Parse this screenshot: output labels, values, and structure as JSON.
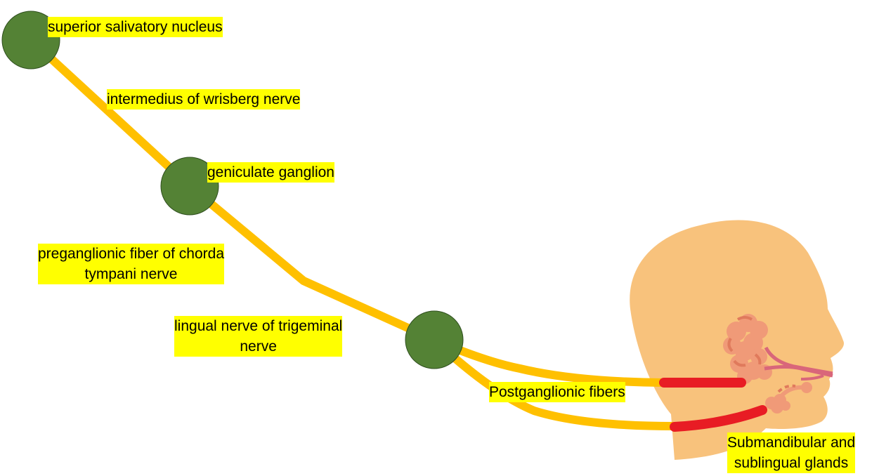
{
  "labels": {
    "superior_salivatory_nucleus": "superior salivatory nucleus",
    "intermedius_nerve": "intermedius of wrisberg nerve",
    "geniculate_ganglion": "geniculate ganglion",
    "preganglionic_line1": "preganglionic fiber of chorda",
    "preganglionic_line2": "tympani nerve",
    "lingual_line1": "lingual nerve of trigeminal",
    "lingual_line2": "nerve",
    "postganglionic": "Postganglionic fibers",
    "glands_line1": "Submandibular and",
    "glands_line2": "sublingual glands"
  },
  "colors": {
    "nerve": "#ffc000",
    "ganglion": "#548235",
    "ganglion_outline": "#2f4f1f",
    "postganglionic_end": "#e81c24",
    "head": "#f8c27c",
    "gland": "#f09a78",
    "duct": "#d9667a",
    "label_highlight": "#ffff00"
  },
  "icons": {
    "head": "human-head-profile-icon",
    "glands": "salivary-gland-icon"
  }
}
